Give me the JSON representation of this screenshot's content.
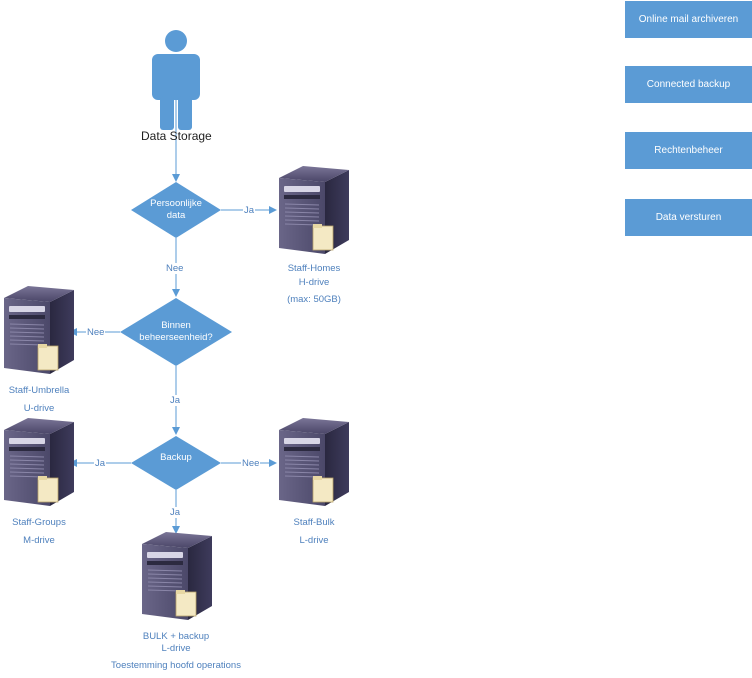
{
  "diagram": {
    "root_label": "Data Storage",
    "decisions": {
      "personal": "Persoonlijke data",
      "unit": "Binnen beheerseenheid?",
      "backup": "Backup"
    },
    "edges": {
      "yes": "Ja",
      "no": "Nee"
    },
    "servers": {
      "homes": {
        "name": "Staff-Homes",
        "drive": "H-drive",
        "note": "(max: 50GB)"
      },
      "umbrella": {
        "name": "Staff-Umbrella",
        "drive": "U-drive"
      },
      "groups": {
        "name": "Staff-Groups",
        "drive": "M-drive"
      },
      "bulk": {
        "name": "Staff-Bulk",
        "drive": "L-drive"
      },
      "bulk_backup": {
        "name": "BULK + backup",
        "drive": "L-drive",
        "note": "Toestemming hoofd operations"
      }
    },
    "colors": {
      "accent": "#5b9bd5",
      "label": "#4f81bd",
      "server": "#3c3957"
    }
  },
  "side_buttons": [
    "Online mail archiveren",
    "Connected backup",
    "Rechtenbeheer",
    "Data versturen"
  ]
}
